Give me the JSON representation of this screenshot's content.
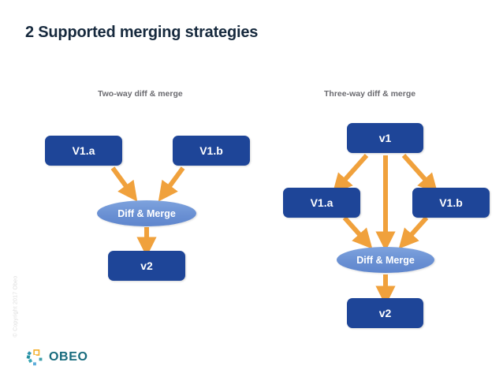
{
  "slide": {
    "title": "2 Supported merging strategies",
    "background_color": "#ffffff",
    "title_color": "#16293d"
  },
  "palette": {
    "box_blue": "#1e4598",
    "ellipse_blue": "#6a90d3",
    "arrow_orange": "#f0a13c",
    "heading_gray": "#6b6b70",
    "logo_teal": "#176b7d"
  },
  "columns": [
    {
      "id": "two-way",
      "heading": "Two-way diff & merge",
      "nodes": [
        {
          "id": "v1a",
          "label": "V1.a",
          "shape": "box"
        },
        {
          "id": "v1b",
          "label": "V1.b",
          "shape": "box"
        },
        {
          "id": "merge",
          "label": "Diff & Merge",
          "shape": "ellipse"
        },
        {
          "id": "v2",
          "label": "v2",
          "shape": "box"
        }
      ],
      "edges": [
        {
          "from": "v1a",
          "to": "merge"
        },
        {
          "from": "v1b",
          "to": "merge"
        },
        {
          "from": "merge",
          "to": "v2"
        }
      ]
    },
    {
      "id": "three-way",
      "heading": "Three-way diff & merge",
      "nodes": [
        {
          "id": "v1",
          "label": "v1",
          "shape": "box"
        },
        {
          "id": "v1a",
          "label": "V1.a",
          "shape": "box"
        },
        {
          "id": "v1b",
          "label": "V1.b",
          "shape": "box"
        },
        {
          "id": "merge",
          "label": "Diff & Merge",
          "shape": "ellipse"
        },
        {
          "id": "v2",
          "label": "v2",
          "shape": "box"
        }
      ],
      "edges": [
        {
          "from": "v1",
          "to": "v1a"
        },
        {
          "from": "v1",
          "to": "v1b"
        },
        {
          "from": "v1",
          "to": "merge"
        },
        {
          "from": "v1a",
          "to": "merge"
        },
        {
          "from": "v1b",
          "to": "merge"
        },
        {
          "from": "merge",
          "to": "v2"
        }
      ]
    }
  ],
  "footer": {
    "copyright": "© Copyright 2017 Obeo",
    "logo_text": "OBEO"
  }
}
